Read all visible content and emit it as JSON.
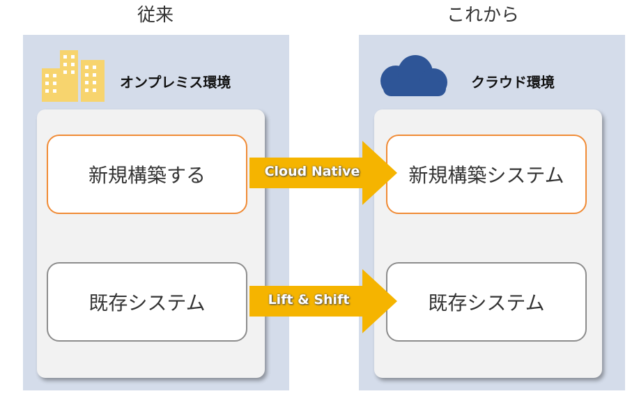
{
  "headings": {
    "left": "従来",
    "right": "これから"
  },
  "left_panel": {
    "label": "オンプレミス環境",
    "icon": "building-icon",
    "boxes": {
      "new": "新規構築する",
      "existing": "既存システム"
    }
  },
  "right_panel": {
    "label": "クラウド環境",
    "icon": "cloud-icon",
    "boxes": {
      "new": "新規構築システム",
      "existing": "既存システム"
    }
  },
  "arrows": {
    "top": "Cloud Native",
    "bottom": "Lift & Shift"
  },
  "colors": {
    "panel_bg": "#d4dcea",
    "inner_bg": "#f2f2f2",
    "new_border": "#f08a34",
    "existing_border": "#8c8c8c",
    "arrow": "#f5b400",
    "building": "#f7d46e",
    "cloud": "#2e5597"
  }
}
